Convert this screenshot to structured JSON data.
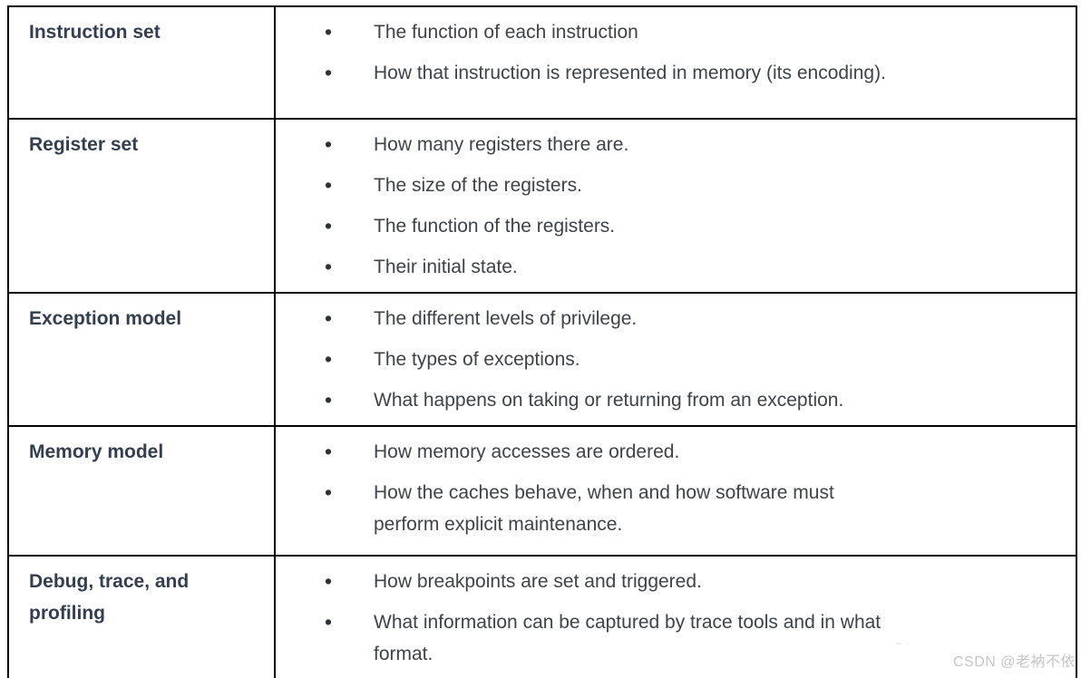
{
  "table": {
    "rows": [
      {
        "label": "Instruction set",
        "bullets": [
          "The function of each instruction",
          "How that instruction is represented in memory (its encoding)."
        ]
      },
      {
        "label": "Register set",
        "bullets": [
          "How many registers there are.",
          "The size of the registers.",
          "The function of the registers.",
          "Their initial state."
        ]
      },
      {
        "label": "Exception model",
        "bullets": [
          "The different levels of privilege.",
          "The types of exceptions.",
          "What happens on taking or returning from an exception."
        ]
      },
      {
        "label": "Memory model",
        "bullets": [
          "How memory accesses are ordered.",
          "How the caches behave, when and how software must\nperform explicit maintenance."
        ]
      },
      {
        "label": "Debug, trace, and\nprofiling",
        "bullets": [
          "How breakpoints are set and triggered.",
          "What information can be captured by trace tools and in what\nformat."
        ]
      }
    ]
  },
  "watermark": {
    "text": "CSDN @老衲不依",
    "smudge": "– ·"
  },
  "colors": {
    "border": "#000000",
    "header_text": "#333f50",
    "body_text": "#3f4347",
    "watermark_text": "#c6c6c6",
    "background": "#ffffff"
  }
}
